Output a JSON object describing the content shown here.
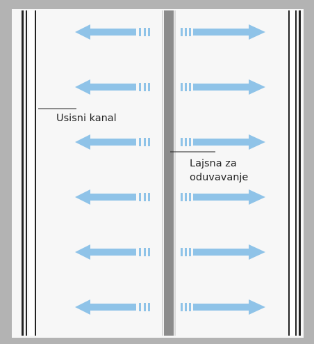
{
  "labels": {
    "intake_channel": "Usisni kanal",
    "blow_bar_line1": "Lajsna za",
    "blow_bar_line2": "oduvavanje"
  },
  "colors": {
    "frame": "#b3b3b3",
    "panel": "#f7f7f7",
    "arrow": "#8fc3e8",
    "center_bar": "#8c8c8c",
    "channel_lines": "#222222"
  },
  "arrows": {
    "rows": 6,
    "left_direction": "left",
    "right_direction": "right"
  }
}
